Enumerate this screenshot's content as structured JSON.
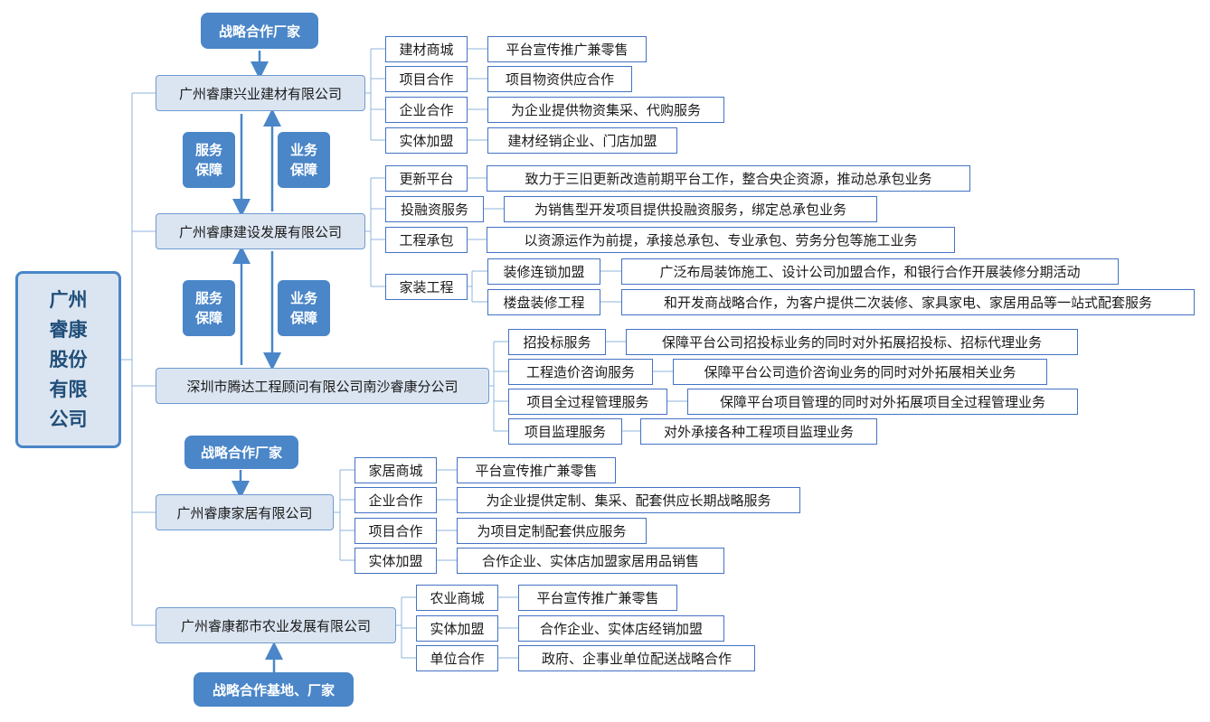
{
  "root": {
    "label": "广州睿康股份有限公司"
  },
  "companies": [
    {
      "name": "广州睿康兴业建材有限公司",
      "partner": "战略合作厂家",
      "items": [
        {
          "cat": "建材商城",
          "desc": "平台宣传推广兼零售"
        },
        {
          "cat": "项目合作",
          "desc": "项目物资供应合作"
        },
        {
          "cat": "企业合作",
          "desc": "为企业提供物资集采、代购服务"
        },
        {
          "cat": "实体加盟",
          "desc": "建材经销企业、门店加盟"
        }
      ]
    },
    {
      "name": "广州睿康建设发展有限公司",
      "items": [
        {
          "cat": "更新平台",
          "desc": "致力于三旧更新改造前期平台工作，整合央企资源，推动总承包业务"
        },
        {
          "cat": "投融资服务",
          "desc": "为销售型开发项目提供投融资服务，绑定总承包业务"
        },
        {
          "cat": "工程承包",
          "desc": "以资源运作为前提，承接总承包、专业承包、劳务分包等施工业务"
        },
        {
          "cat": "家装工程",
          "sub": [
            {
              "cat": "装修连锁加盟",
              "desc": "广泛布局装饰施工、设计公司加盟合作，和银行合作开展装修分期活动"
            },
            {
              "cat": "楼盘装修工程",
              "desc": "和开发商战略合作，为客户提供二次装修、家具家电、家居用品等一站式配套服务"
            }
          ]
        }
      ]
    },
    {
      "name": "深圳市腾达工程顾问有限公司南沙睿康分公司",
      "items": [
        {
          "cat": "招投标服务",
          "desc": "保障平台公司招投标业务的同时对外拓展招投标、招标代理业务"
        },
        {
          "cat": "工程造价咨询服务",
          "desc": "保障平台公司造价咨询业务的同时对外拓展相关业务"
        },
        {
          "cat": "项目全过程管理服务",
          "desc": "保障平台项目管理的同时对外拓展项目全过程管理业务"
        },
        {
          "cat": "项目监理服务",
          "desc": "对外承接各种工程项目监理业务"
        }
      ]
    },
    {
      "name": "广州睿康家居有限公司",
      "partner": "战略合作厂家",
      "items": [
        {
          "cat": "家居商城",
          "desc": "平台宣传推广兼零售"
        },
        {
          "cat": "企业合作",
          "desc": "为企业提供定制、集采、配套供应长期战略服务"
        },
        {
          "cat": "项目合作",
          "desc": "为项目定制配套供应服务"
        },
        {
          "cat": "实体加盟",
          "desc": "合作企业、实体店加盟家居用品销售"
        }
      ]
    },
    {
      "name": "广州睿康都市农业发展有限公司",
      "partner": "战略合作基地、厂家",
      "items": [
        {
          "cat": "农业商城",
          "desc": "平台宣传推广兼零售"
        },
        {
          "cat": "实体加盟",
          "desc": "合作企业、实体店经销加盟"
        },
        {
          "cat": "单位合作",
          "desc": "政府、企事业单位配送战略合作"
        }
      ]
    }
  ],
  "support_tags": {
    "service": "服务保障",
    "business": "业务保障"
  },
  "colors": {
    "accent": "#4a86c8",
    "node_fill": "#dbe5f1",
    "line": "#8fb4de"
  }
}
